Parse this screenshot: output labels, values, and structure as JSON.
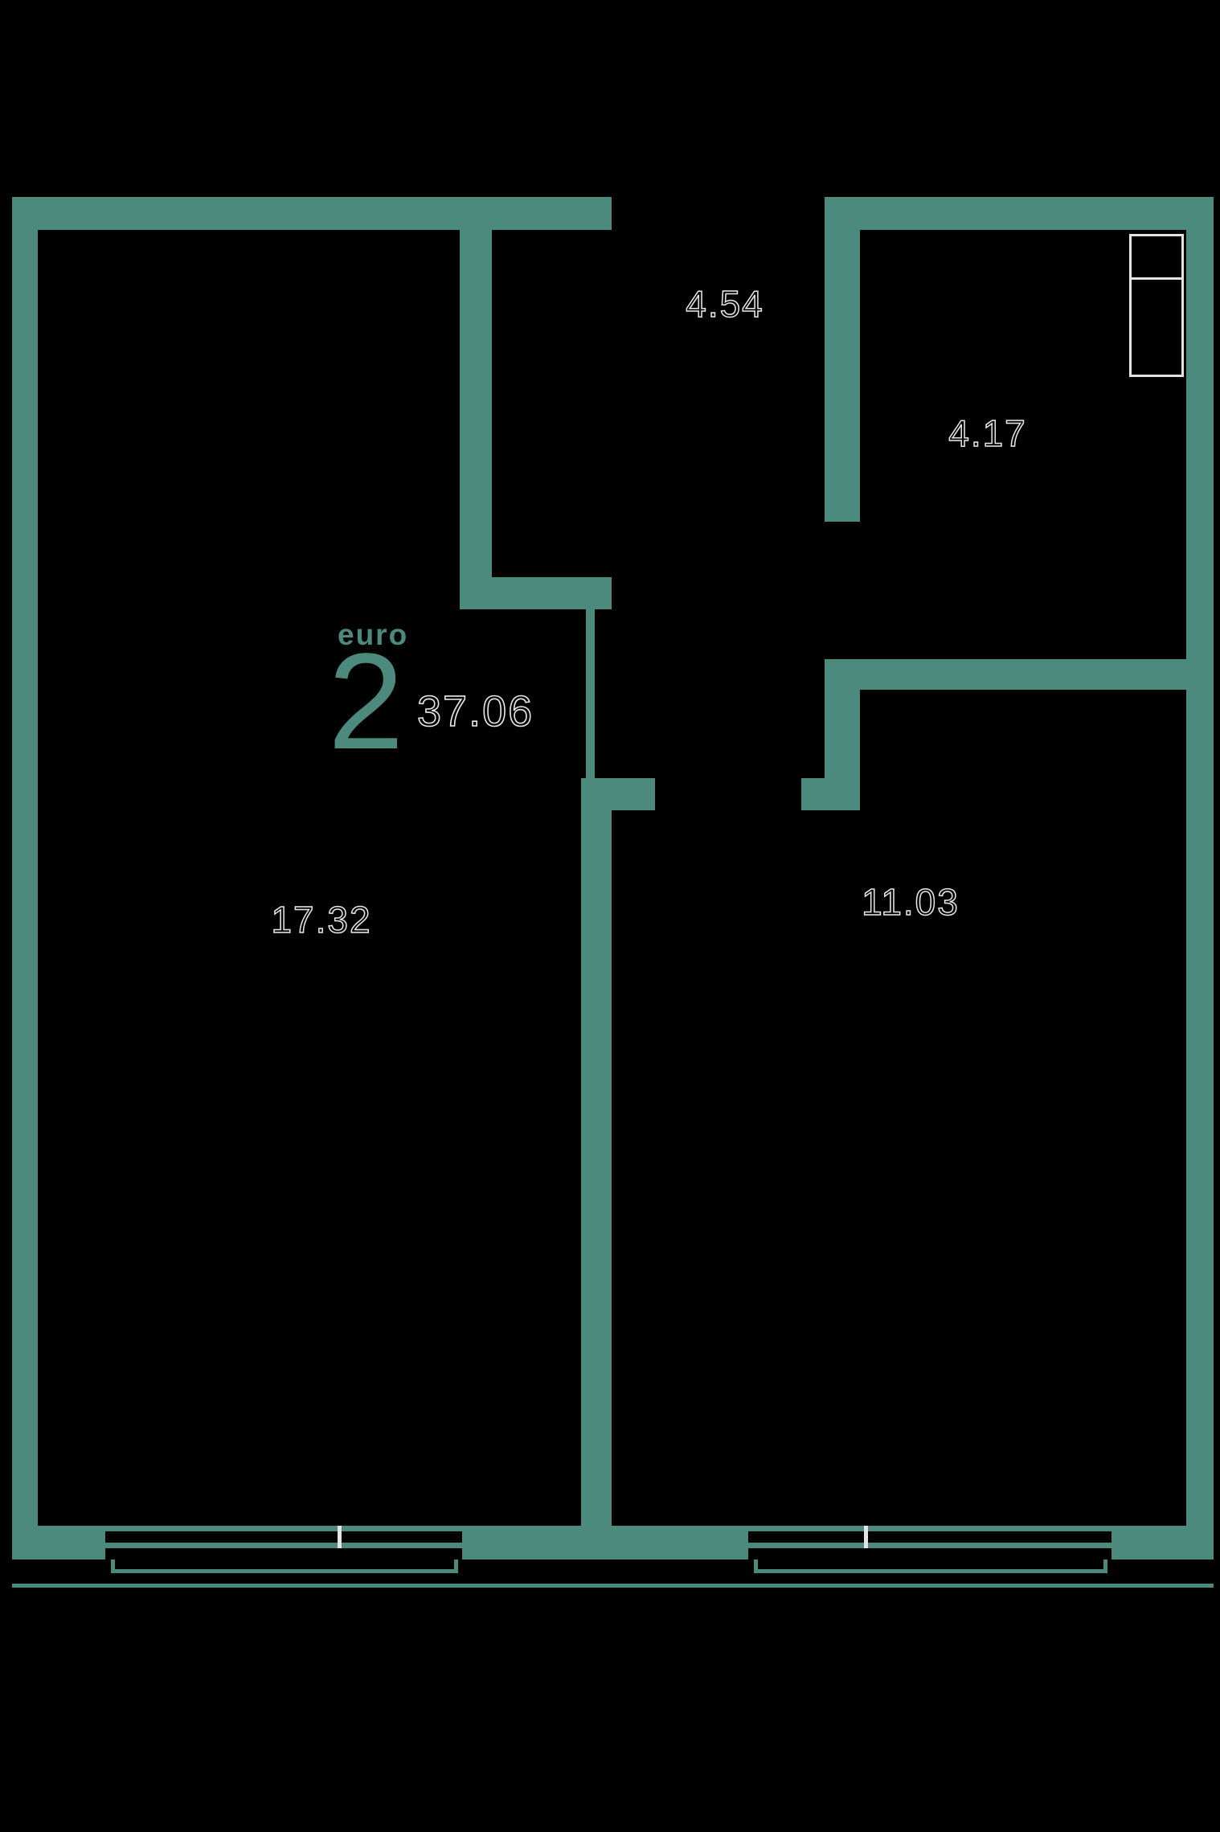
{
  "unit": {
    "type_label": "euro",
    "rooms_count": "2",
    "total_area": "37.06"
  },
  "rooms": [
    {
      "id": "entrance-hall",
      "area": "4.54"
    },
    {
      "id": "bathroom",
      "area": "4.17"
    },
    {
      "id": "living-room",
      "area": "17.32"
    },
    {
      "id": "bedroom",
      "area": "11.03"
    }
  ],
  "colors": {
    "wall_teal": "#4c8a7d",
    "background": "#000000",
    "label_outline": "#e8e8e8",
    "detail_white": "#e3e3e3"
  }
}
